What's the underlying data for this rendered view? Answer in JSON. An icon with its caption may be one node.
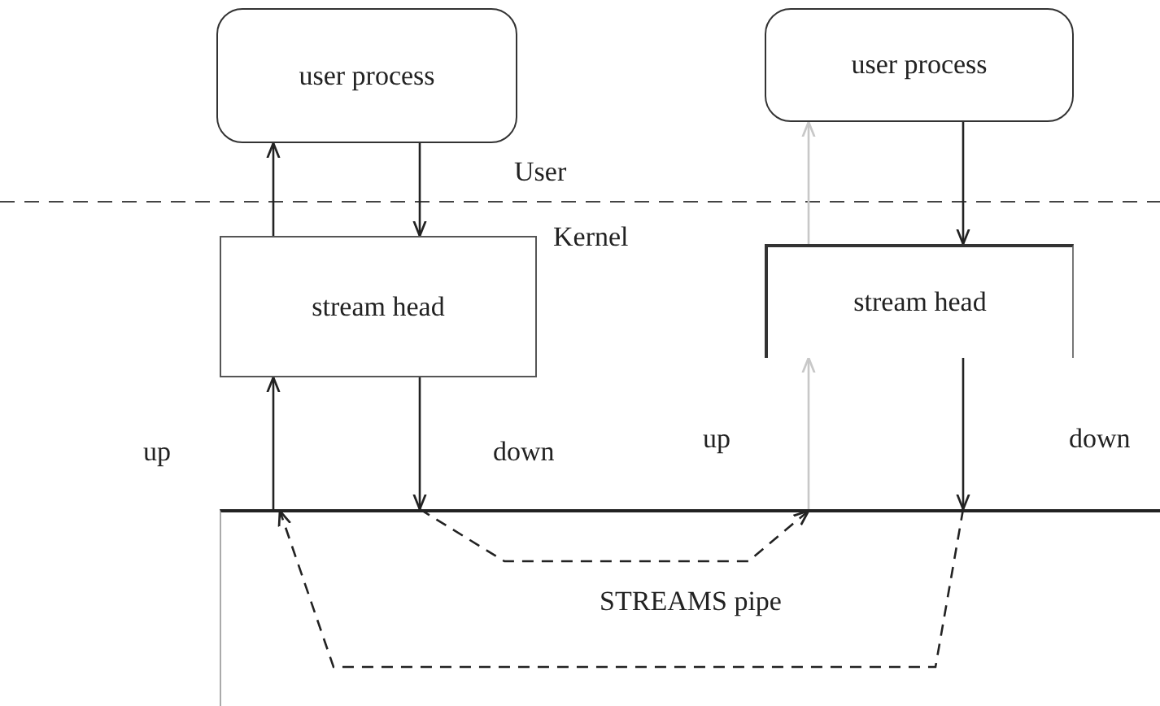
{
  "diagram": {
    "nodes": [
      {
        "text": [
          "user process"
        ]
      },
      {
        "text": [
          "user process"
        ]
      },
      {
        "text": [
          "stream head"
        ]
      },
      {
        "text": [
          "stream head"
        ]
      },
      {
        "text": [
          "STREAMS pipe"
        ]
      }
    ],
    "edges": [
      {
        "from": 0,
        "to": 2,
        "arrow": "to"
      },
      {
        "from": 2,
        "to": 0,
        "arrow": "to"
      },
      {
        "from": 1,
        "to": 3,
        "arrow": "to"
      },
      {
        "from": 3,
        "to": 1,
        "arrow": "to",
        "color": "#c8c8c8"
      },
      {
        "from": 2,
        "to": 4,
        "arrow": "to"
      },
      {
        "from": 4,
        "to": 2,
        "arrow": "to"
      },
      {
        "from": 3,
        "to": 4,
        "arrow": "to"
      },
      {
        "from": 4,
        "to": 3,
        "arrow": "to",
        "color": "#c8c8c8"
      },
      {
        "from": 4,
        "to": 4,
        "arrow": "to",
        "style": "dashed"
      },
      {
        "from": 4,
        "to": 4,
        "arrow": "to",
        "style": "dashed"
      }
    ],
    "labels": [
      "User",
      "Kernel",
      "up",
      "down",
      "up",
      "down"
    ]
  }
}
